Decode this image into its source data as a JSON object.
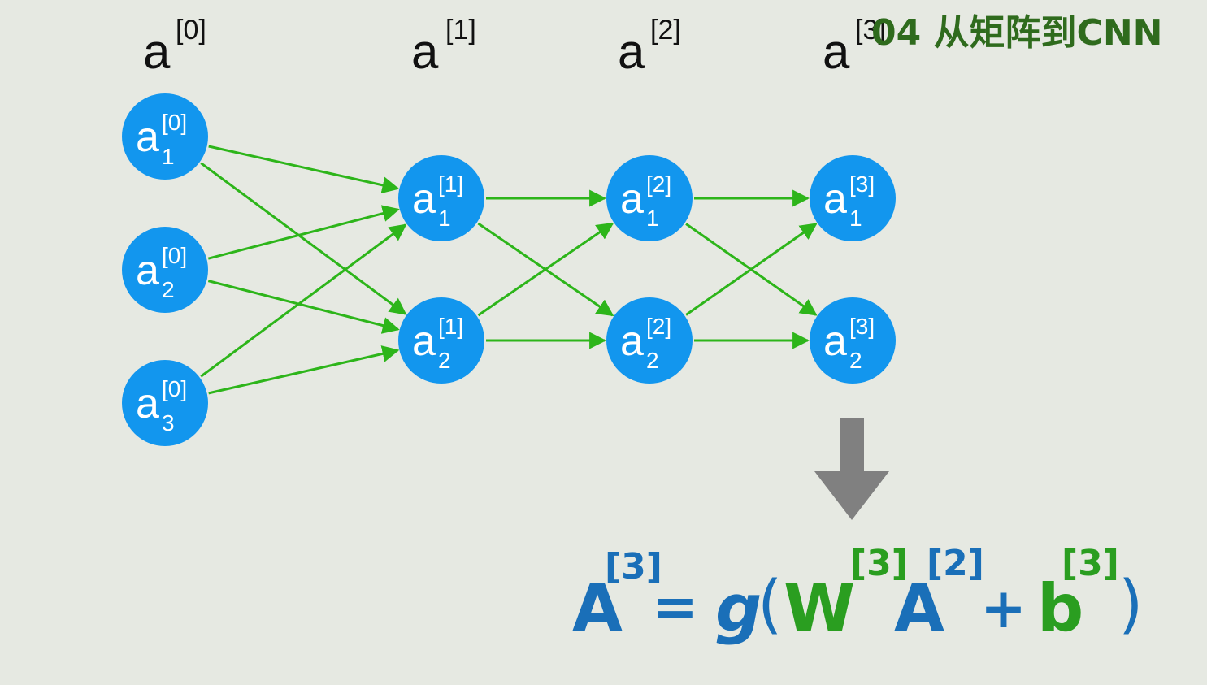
{
  "watermark": "04 从矩阵到CNN",
  "colors": {
    "background": "#e6e9e2",
    "node_fill": "#1296ee",
    "node_text": "#ffffff",
    "edge": "#2db51a",
    "arrow_down": "#808080",
    "formula_blue": "#1a6fb8",
    "formula_green": "#2a9e20"
  },
  "layer_labels": [
    {
      "base": "a",
      "sup": "[0]"
    },
    {
      "base": "a",
      "sup": "[1]"
    },
    {
      "base": "a",
      "sup": "[2]"
    },
    {
      "base": "a",
      "sup": "[3]"
    }
  ],
  "nodes": [
    {
      "id": "n0_1",
      "base": "a",
      "sup": "[0]",
      "sub": "1"
    },
    {
      "id": "n0_2",
      "base": "a",
      "sup": "[0]",
      "sub": "2"
    },
    {
      "id": "n0_3",
      "base": "a",
      "sup": "[0]",
      "sub": "3"
    },
    {
      "id": "n1_1",
      "base": "a",
      "sup": "[1]",
      "sub": "1"
    },
    {
      "id": "n1_2",
      "base": "a",
      "sup": "[1]",
      "sub": "2"
    },
    {
      "id": "n2_1",
      "base": "a",
      "sup": "[2]",
      "sub": "1"
    },
    {
      "id": "n2_2",
      "base": "a",
      "sup": "[2]",
      "sub": "2"
    },
    {
      "id": "n3_1",
      "base": "a",
      "sup": "[3]",
      "sub": "1"
    },
    {
      "id": "n3_2",
      "base": "a",
      "sup": "[3]",
      "sub": "2"
    }
  ],
  "edges": [
    [
      "n0_1",
      "n1_1"
    ],
    [
      "n0_1",
      "n1_2"
    ],
    [
      "n0_2",
      "n1_1"
    ],
    [
      "n0_2",
      "n1_2"
    ],
    [
      "n0_3",
      "n1_1"
    ],
    [
      "n0_3",
      "n1_2"
    ],
    [
      "n1_1",
      "n2_1"
    ],
    [
      "n1_1",
      "n2_2"
    ],
    [
      "n1_2",
      "n2_1"
    ],
    [
      "n1_2",
      "n2_2"
    ],
    [
      "n2_1",
      "n3_1"
    ],
    [
      "n2_1",
      "n3_2"
    ],
    [
      "n2_2",
      "n3_1"
    ],
    [
      "n2_2",
      "n3_2"
    ]
  ],
  "formula": {
    "lhs": "A",
    "lhs_sup": "[3]",
    "equals": "=",
    "func": "g",
    "open_paren": "(",
    "w": "W",
    "w_sup": "[3]",
    "a": "A",
    "a_sup": "[2]",
    "plus": "+",
    "b": "b",
    "b_sup": "[3]",
    "close_paren": ")"
  }
}
